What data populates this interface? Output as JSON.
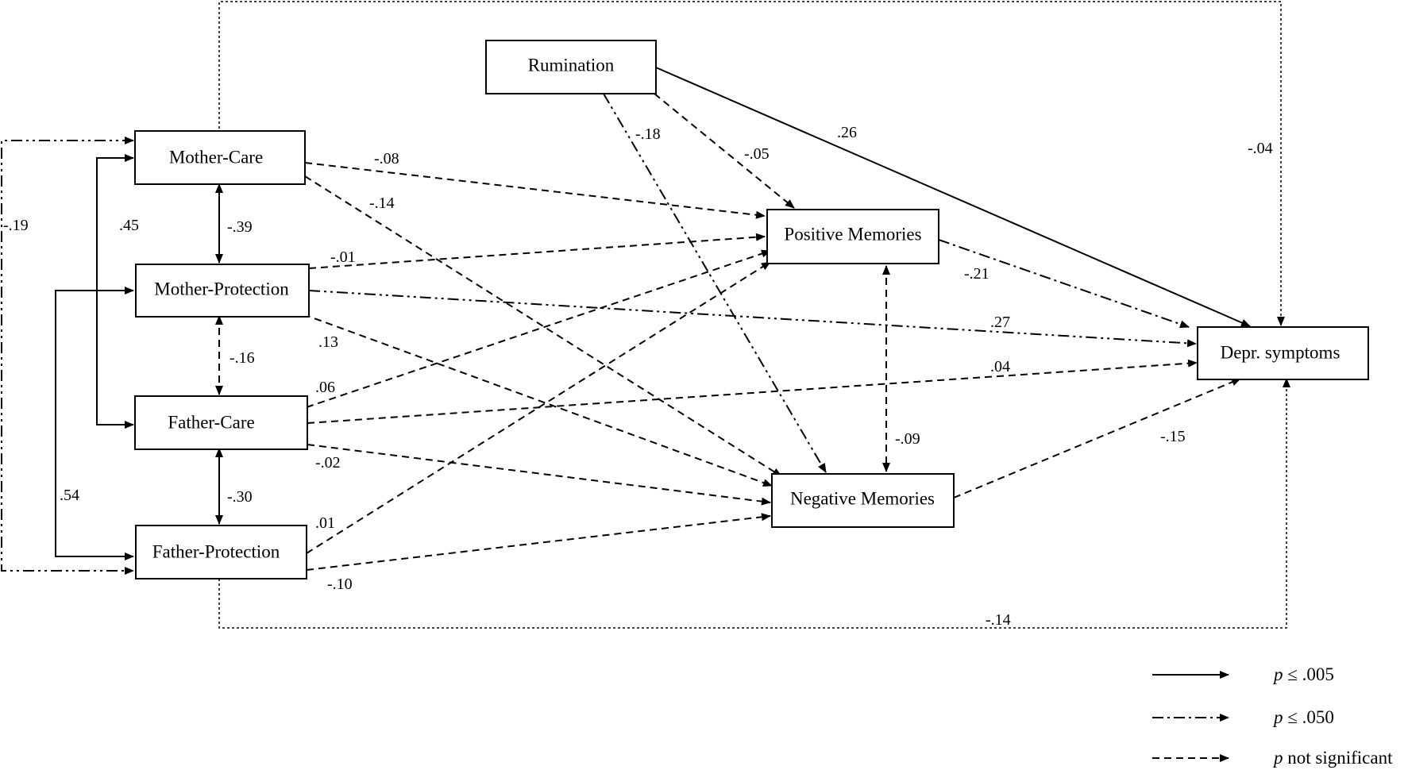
{
  "nodes": {
    "rumination": "Rumination",
    "mother_care": "Mother-Care",
    "mother_protection": "Mother-Protection",
    "father_care": "Father-Care",
    "father_protection": "Father-Protection",
    "positive_memories": "Positive Memories",
    "negative_memories": "Negative Memories",
    "depr_symptoms": "Depr. symptoms"
  },
  "paths": [
    {
      "from": "mother_care",
      "to": "mother_protection",
      "coef": "-.39",
      "sig": "p<=.005"
    },
    {
      "from": "mother_protection",
      "to": "father_care",
      "coef": "-.16",
      "sig": "ns"
    },
    {
      "from": "father_care",
      "to": "father_protection",
      "coef": "-.30",
      "sig": "p<=.005"
    },
    {
      "from": "mother_care",
      "to": "father_care",
      "coef": ".45",
      "sig": "p<=.005"
    },
    {
      "from": "mother_protection",
      "to": "father_protection",
      "coef": ".54",
      "sig": "p<=.005"
    },
    {
      "from": "mother_care",
      "to": "father_protection",
      "coef": "-.19",
      "sig": "p<=.050"
    },
    {
      "from": "mother_care",
      "to": "positive_memories",
      "coef": "-.08",
      "sig": "ns"
    },
    {
      "from": "mother_care",
      "to": "negative_memories",
      "coef": "-.14",
      "sig": "ns"
    },
    {
      "from": "mother_protection",
      "to": "positive_memories",
      "coef": "-.01",
      "sig": "ns"
    },
    {
      "from": "mother_protection",
      "to": "depr_symptoms",
      "coef": ".27",
      "sig": "p<=.050"
    },
    {
      "from": "mother_protection",
      "to": "negative_memories",
      "coef": ".13",
      "sig": "ns"
    },
    {
      "from": "father_care",
      "to": "positive_memories",
      "coef": ".06",
      "sig": "ns"
    },
    {
      "from": "father_care",
      "to": "depr_symptoms",
      "coef": ".04",
      "sig": "ns"
    },
    {
      "from": "father_care",
      "to": "negative_memories",
      "coef": "-.02",
      "sig": "ns"
    },
    {
      "from": "father_protection",
      "to": "positive_memories",
      "coef": ".01",
      "sig": "ns"
    },
    {
      "from": "father_protection",
      "to": "negative_memories",
      "coef": "-.10",
      "sig": "ns"
    },
    {
      "from": "rumination",
      "to": "negative_memories",
      "coef": "-.18",
      "sig": "p<=.050"
    },
    {
      "from": "rumination",
      "to": "positive_memories",
      "coef": "-.05",
      "sig": "ns"
    },
    {
      "from": "rumination",
      "to": "depr_symptoms",
      "coef": ".26",
      "sig": "p<=.005"
    },
    {
      "from": "positive_memories",
      "to": "depr_symptoms",
      "coef": "-.21",
      "sig": "p<=.050"
    },
    {
      "from": "positive_memories",
      "to": "negative_memories",
      "coef": "-.09",
      "sig": "ns"
    },
    {
      "from": "negative_memories",
      "to": "depr_symptoms",
      "coef": "-.15",
      "sig": "ns"
    },
    {
      "from": "mother_care",
      "to": "depr_symptoms",
      "coef": "-.04",
      "sig": "ns"
    },
    {
      "from": "father_protection",
      "to": "depr_symptoms",
      "coef": "-.14",
      "sig": "ns"
    }
  ],
  "legend": {
    "solid": {
      "italic": "p",
      "rest": " ≤ .005"
    },
    "dashdot": {
      "italic": "p",
      "rest": " ≤ .050"
    },
    "dashed": {
      "italic": "p",
      "rest": " not significant"
    }
  }
}
